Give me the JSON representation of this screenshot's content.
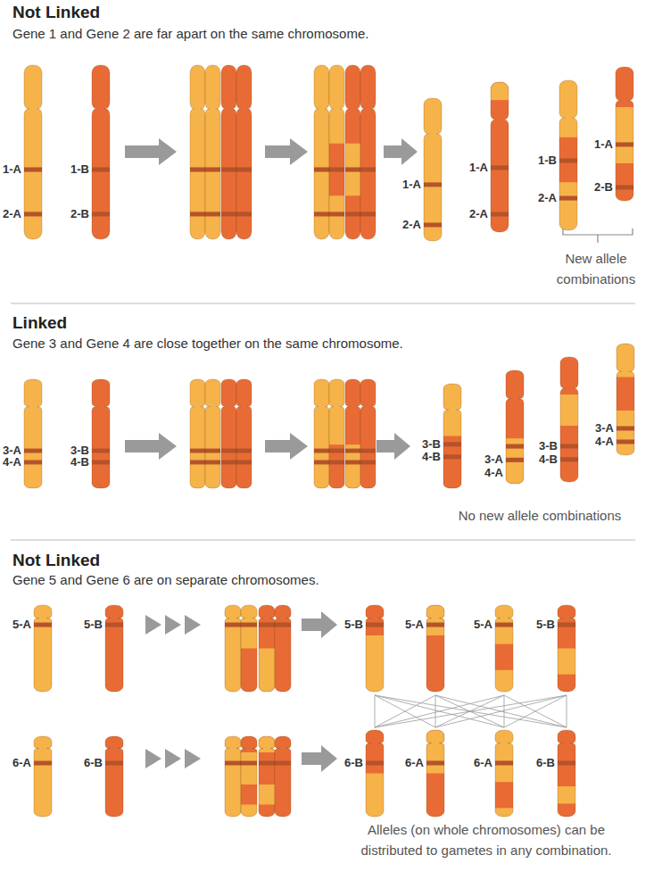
{
  "diagram": {
    "nodes": [
      {
        "text": [
          "Not Linked",
          "Gene 1 and Gene 2 are far apart on the same chromosome.",
          "New allele combinations"
        ]
      },
      {
        "text": [
          "Linked",
          "Gene 3 and Gene 4 are close together on the same chromosome.",
          "No new allele combinations"
        ]
      },
      {
        "text": [
          "Not Linked",
          "Gene 5 and Gene 6 are on separate chromosomes.",
          "Alleles (on whole chromosomes) can be distributed to gametes in any combination."
        ]
      }
    ],
    "labels": [
      "1-A",
      "2-A",
      "1-B",
      "2-B",
      "1-A",
      "2-A",
      "1-A",
      "2-A",
      "1-B",
      "2-A",
      "1-A",
      "2-B",
      "3-A",
      "4-A",
      "3-B",
      "4-B",
      "3-B",
      "4-B",
      "3-A",
      "4-A",
      "3-B",
      "4-B",
      "3-A",
      "4-A",
      "5-A",
      "5-B",
      "5-B",
      "5-A",
      "5-A",
      "5-B",
      "6-A",
      "6-B",
      "6-B",
      "6-A",
      "6-A",
      "6-B"
    ]
  }
}
